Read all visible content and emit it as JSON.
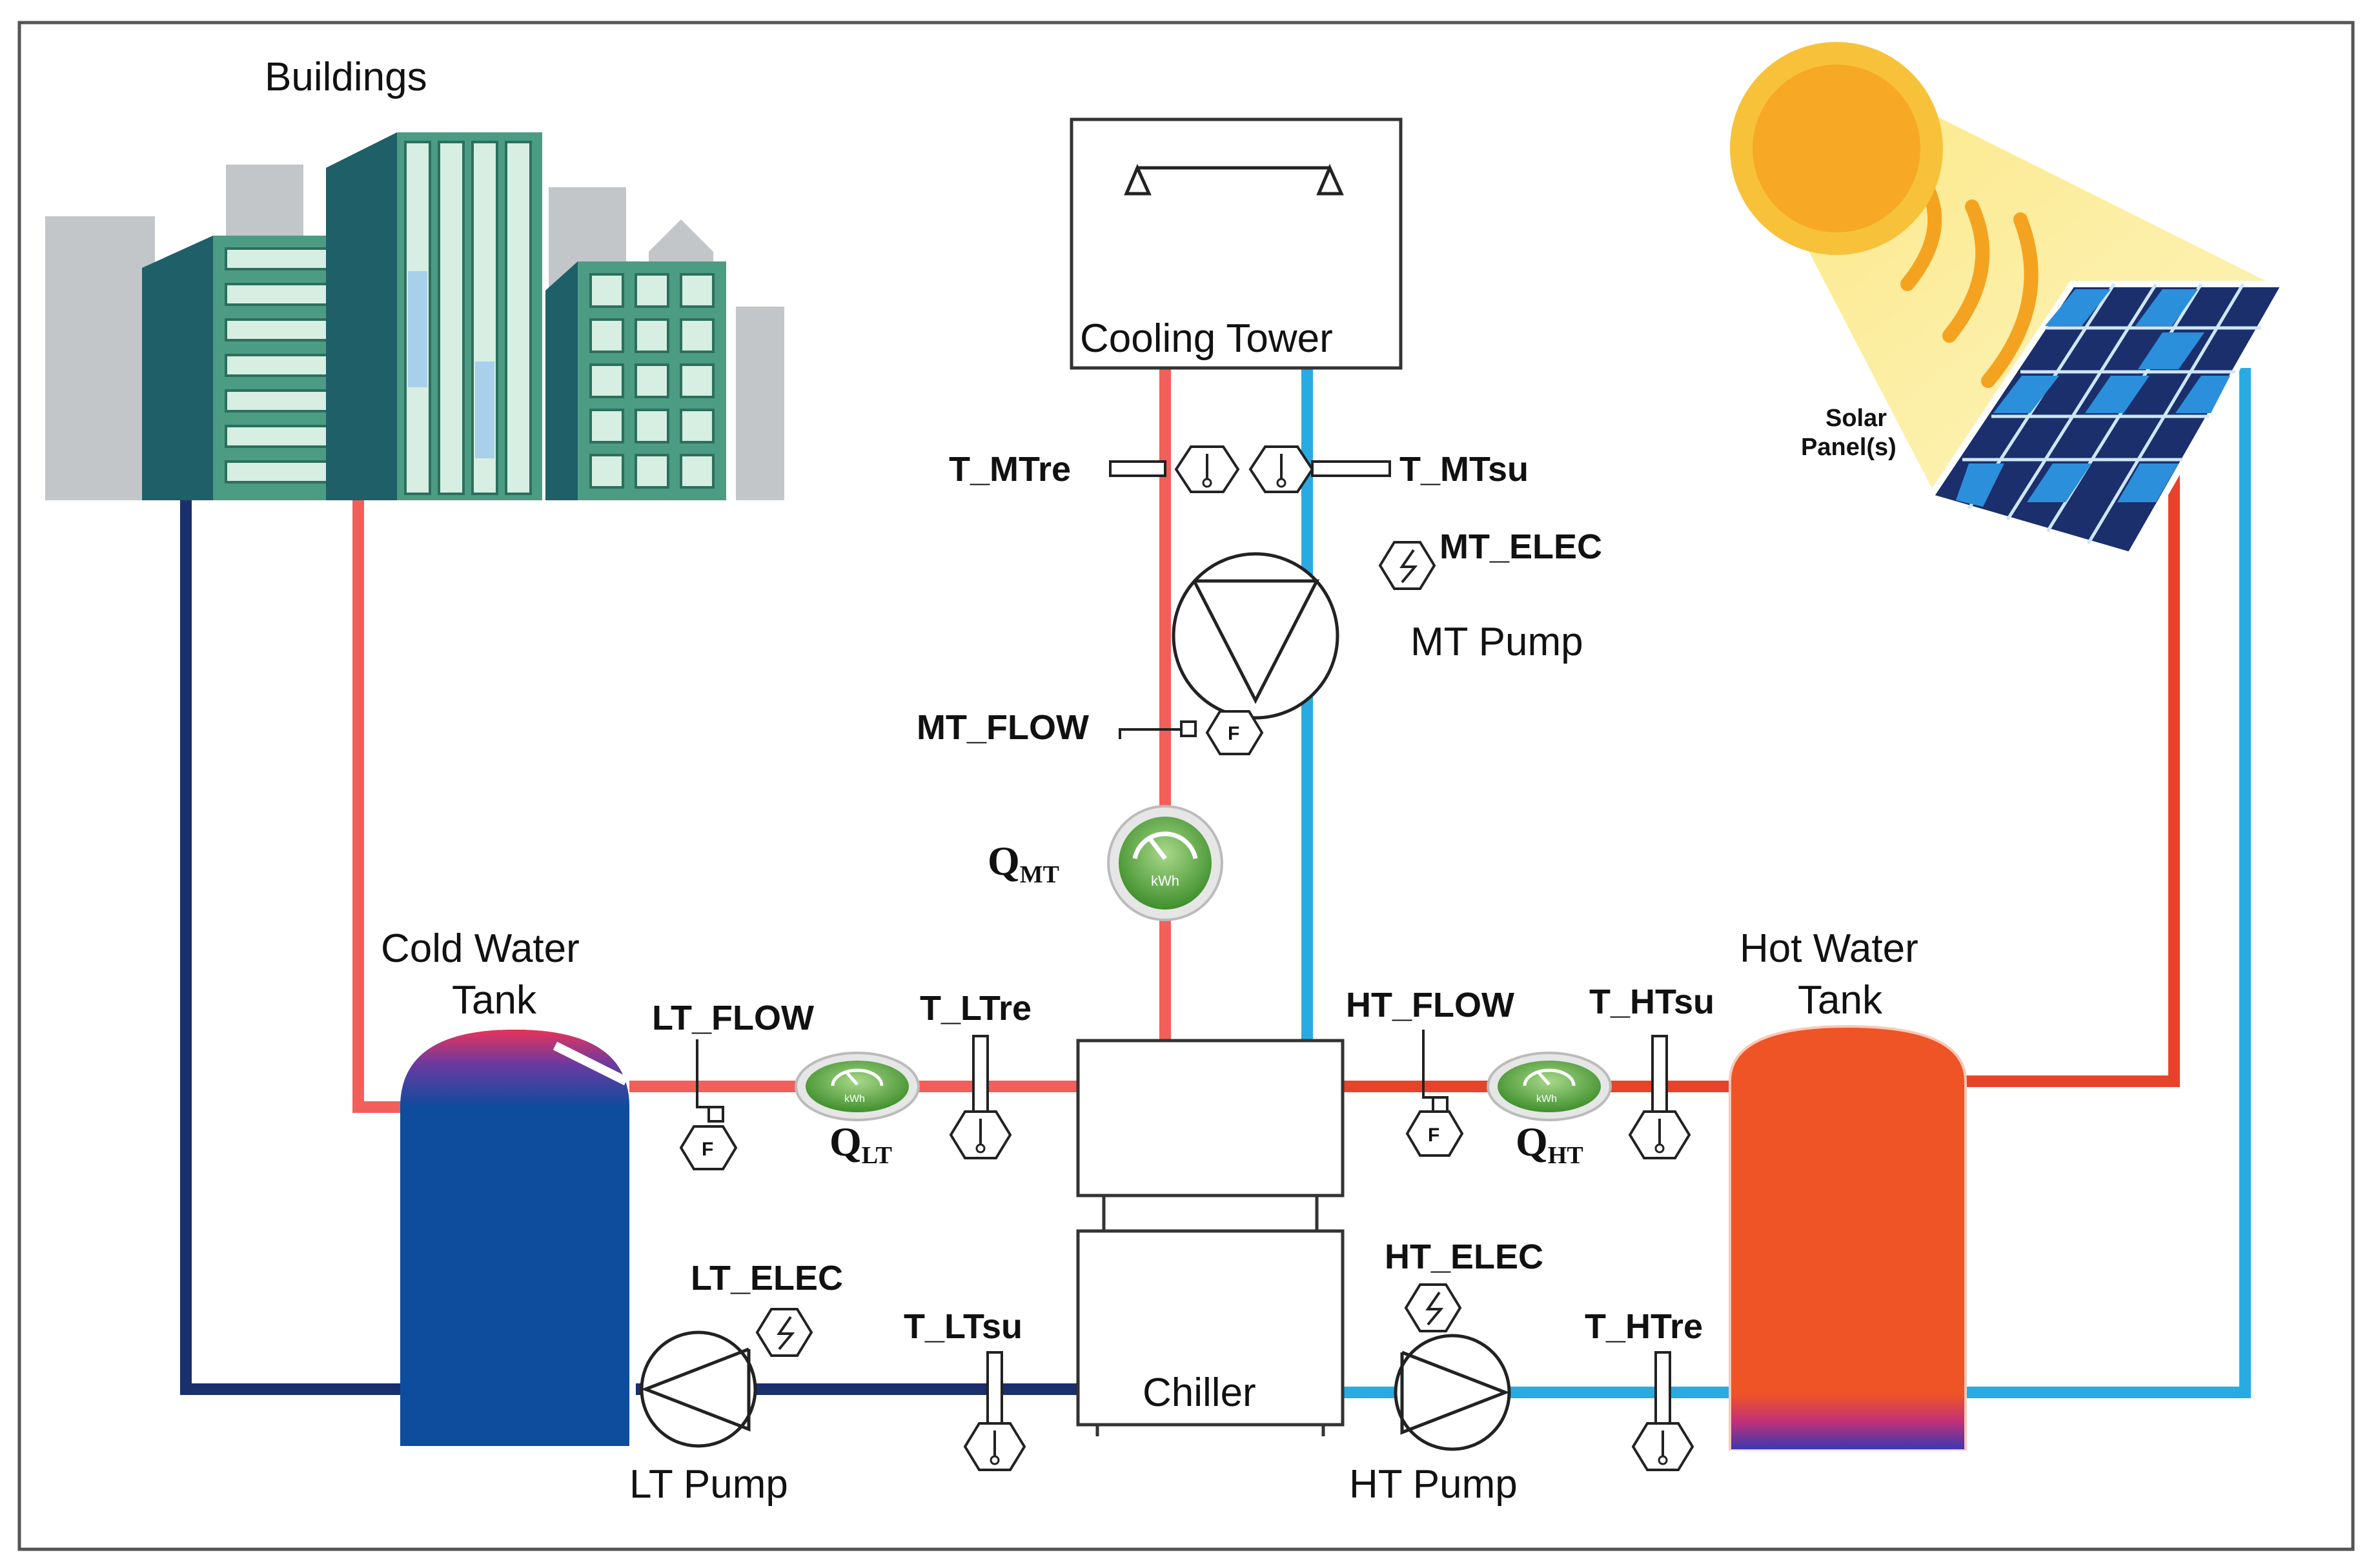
{
  "labels": {
    "buildings": "Buildings",
    "cooling_tower": "Cooling Tower",
    "solar_panels_line1": "Solar",
    "solar_panels_line2": "Panel(s)",
    "cold_tank_line1": "Cold Water",
    "cold_tank_line2": "Tank",
    "hot_tank_line1": "Hot Water",
    "hot_tank_line2": "Tank",
    "chiller": "Chiller",
    "mt_pump": "MT Pump",
    "lt_pump": "LT Pump",
    "ht_pump": "HT Pump"
  },
  "sensors": {
    "t_mtre": "T_MTre",
    "t_mtsu": "T_MTsu",
    "mt_elec": "MT_ELEC",
    "mt_flow": "MT_FLOW",
    "lt_flow": "LT_FLOW",
    "t_ltre": "T_LTre",
    "ht_flow": "HT_FLOW",
    "t_htsu": "T_HTsu",
    "lt_elec": "LT_ELEC",
    "t_ltsu": "T_LTsu",
    "ht_elec": "HT_ELEC",
    "t_htre": "T_HTre"
  },
  "meters": {
    "q_main": "Q",
    "q_mt_sub": "MT",
    "q_lt_sub": "LT",
    "q_ht_sub": "HT",
    "unit": "kWh",
    "flow_symbol": "F"
  },
  "colors": {
    "cold_supply_pipe": "#1a2f6b",
    "warm_return_pipe": "#f25f5a",
    "hot_pipe": "#e8432a",
    "cool_pipe": "#29abe2",
    "cold_tank": "#0e4c9e",
    "hot_tank": "#ee5425",
    "meter_green": "#5aa840",
    "sun": "#f7a825"
  }
}
